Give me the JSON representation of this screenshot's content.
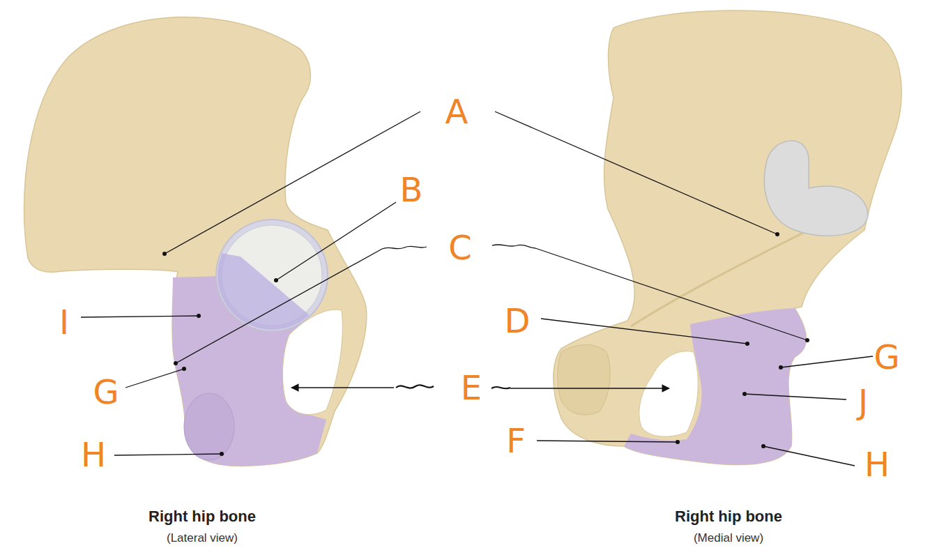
{
  "diagram": {
    "labels": [
      "A",
      "B",
      "C",
      "I",
      "D",
      "G",
      "G",
      "J",
      "E",
      "F",
      "H",
      "H",
      "Right hip bone",
      "(Lateral view)",
      "Right hip bone",
      "(Medial view)"
    ]
  }
}
